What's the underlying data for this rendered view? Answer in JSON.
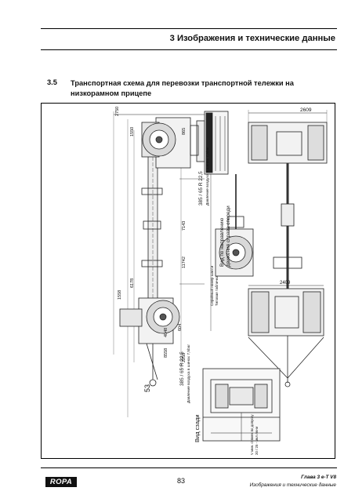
{
  "header": {
    "chapter_title": "3  Изображения и технические данные"
  },
  "section": {
    "number": "3.5",
    "title": "Транспортная схема для перевозки транспортной тележки на низкорамном прицепе"
  },
  "drawing": {
    "dimensions": [
      "2750",
      "1550",
      "1558",
      "6178",
      "865",
      "7143",
      "11742",
      "4048",
      "8558",
      "2253",
      "604",
      "53",
      "2609",
      "2409"
    ],
    "tyre_front": "385 / 65 R 22,5",
    "pressure_front": "Давление воздуха в шинах 7,5bar",
    "tyre_rear": "385 / 65 R 22,5",
    "pressure_rear": "Давление воздуха в шинах 7,5bar",
    "direction_line1": "Вид по направлению",
    "direction_line2": "движения справа спереди",
    "serial_line1": "Серийный номер шасси",
    "serial_line2": "Типовая табличка",
    "rear_view": "Вид сзади",
    "strap_line1": "V мин. стяжек по допуску",
    "strap_line2": "20 / 25 - мкл лм-м"
  },
  "footer": {
    "brand": "ROPA",
    "page_number": "83",
    "chapter": "Глава 3 e-T V8",
    "subtitle": "Изображения и технические данные"
  }
}
